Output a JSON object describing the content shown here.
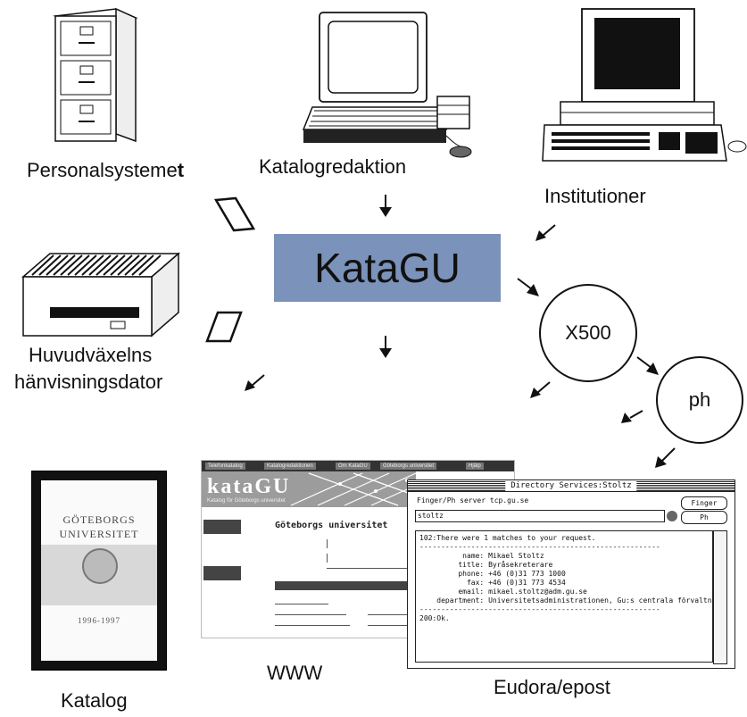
{
  "diagram": {
    "center": "KataGU",
    "sources": {
      "personal": "Personalsysteme",
      "personal_bold": "t",
      "katalog_redaktion": "Katalogredaktion",
      "institutioner": "Institutioner",
      "huvudvaxel_line1": "Huvudväxelns",
      "huvudvaxel_line2": "hänvisningsdator"
    },
    "nodes": {
      "x500": "X500",
      "ph": "ph"
    },
    "outputs": {
      "www": "WWW",
      "eudora": "Eudora/epost",
      "katalog": "Katalog"
    }
  },
  "booklet": {
    "line1": "GÖTEBORGS",
    "line2": "UNIVERSITET",
    "years": "1996-1997"
  },
  "www_page": {
    "nav": [
      "Telefonkatalog",
      "Katalogredaktionen",
      "Om KataGU",
      "Göteborgs universitet",
      "Hjälp"
    ],
    "logo": "kataGU",
    "tagline": "Katalog för Göteborgs universitet",
    "heading": "Göteborgs universitet"
  },
  "eudora": {
    "title": "Directory Services:Stoltz",
    "prompt": "Finger/Ph server tcp.gu.se",
    "query": "stoltz",
    "finger_button": "Finger",
    "ph_button": "Ph",
    "result_lines": [
      "102:There were 1 matches to your request.",
      "--------------------------------------------------------",
      "          name: Mikael Stoltz",
      "         title: Byråsekreterare",
      "         phone: +46 (0)31 773 1000",
      "           fax: +46 (0)31 773 4534",
      "         email: mikael.stoltz@adm.gu.se",
      "    department: Universitetsadministrationen, Gu:s centrala förvaltning",
      "--------------------------------------------------------",
      "200:Ok."
    ]
  }
}
